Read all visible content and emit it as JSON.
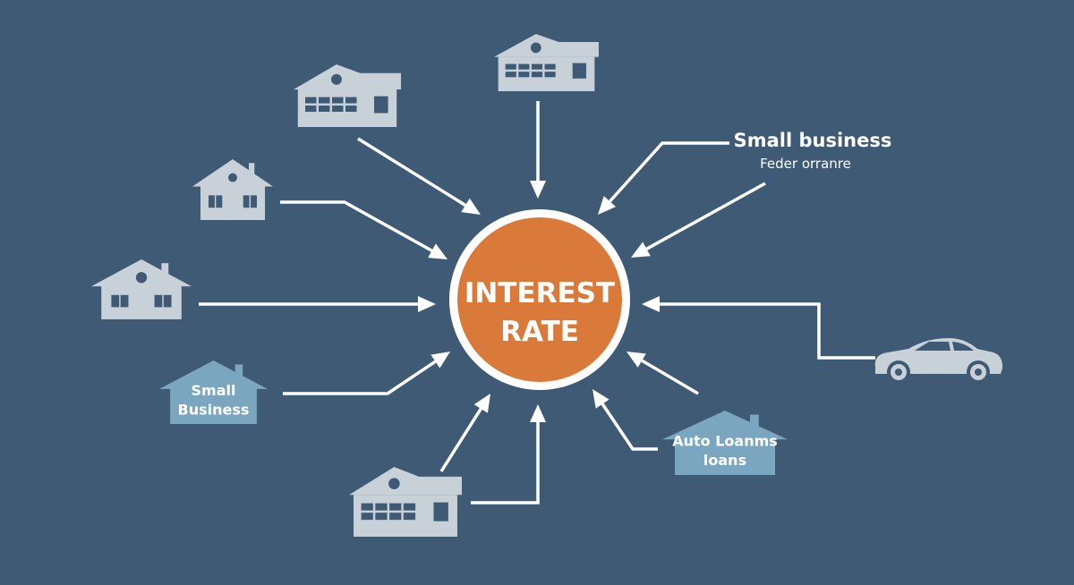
{
  "center": {
    "line1": "INTEREST",
    "line2": "RATE"
  },
  "labels": {
    "small_business_title": "Small business",
    "small_business_sub": "Feder orranre",
    "small_business_house_line1": "Small",
    "small_business_house_line2": "Business",
    "auto_loans_line1": "Auto Loanms",
    "auto_loans_line2": "loans"
  },
  "colors": {
    "background": "#3f5a75",
    "center_fill": "#d97a3a",
    "ring": "#ffffff",
    "house_gray": "#c9d1d8",
    "house_blue": "#7aa6bf",
    "arrow": "#ffffff"
  },
  "icons": [
    "house-icon",
    "car-icon",
    "arrow-icon"
  ]
}
